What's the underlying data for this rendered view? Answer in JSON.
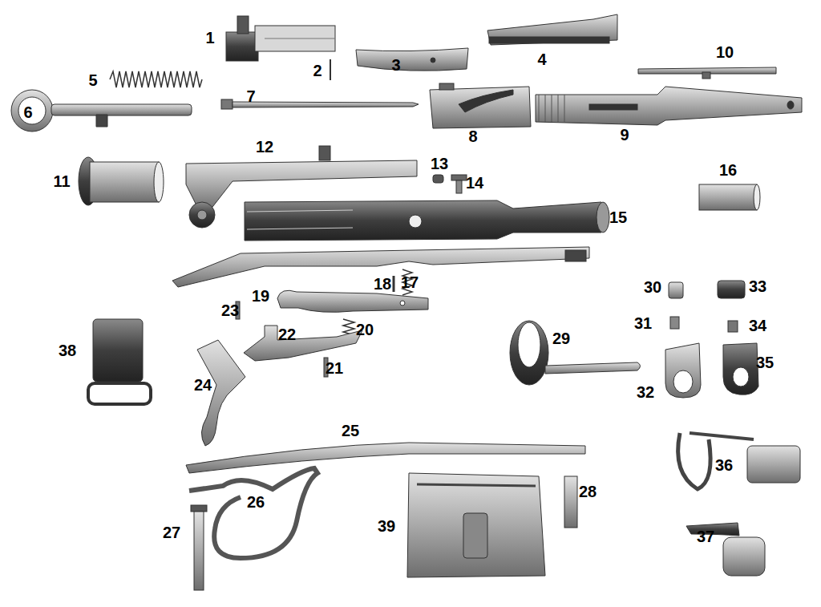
{
  "diagram": {
    "labels": [
      "1",
      "2",
      "3",
      "4",
      "5",
      "6",
      "7",
      "8",
      "9",
      "10",
      "11",
      "12",
      "13",
      "14",
      "15",
      "16",
      "17",
      "18",
      "19",
      "20",
      "21",
      "22",
      "23",
      "24",
      "25",
      "26",
      "27",
      "28",
      "29",
      "30",
      "31",
      "32",
      "33",
      "34",
      "35",
      "36",
      "37",
      "38",
      "39"
    ]
  }
}
